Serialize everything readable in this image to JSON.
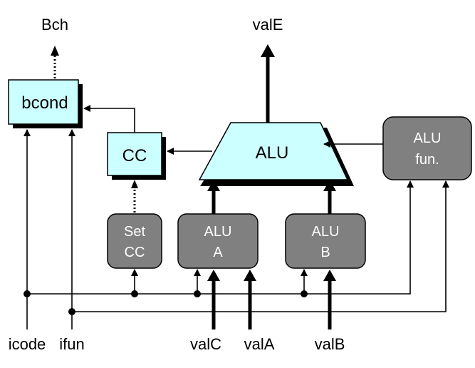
{
  "outputs": {
    "bch": "Bch",
    "vale": "valE"
  },
  "blocks": {
    "bcond": "bcond",
    "cc": "CC",
    "alu": "ALU",
    "alu_fun": [
      "ALU",
      "fun."
    ],
    "set_cc": [
      "Set",
      "CC"
    ],
    "alu_a": [
      "ALU",
      "A"
    ],
    "alu_b": [
      "ALU",
      "B"
    ]
  },
  "inputs": {
    "icode": "icode",
    "ifun": "ifun",
    "valc": "valC",
    "vala": "valA",
    "valb": "valB"
  },
  "colors": {
    "logic_block": "#ccffff",
    "control_block": "#808080",
    "wire": "#000000"
  }
}
